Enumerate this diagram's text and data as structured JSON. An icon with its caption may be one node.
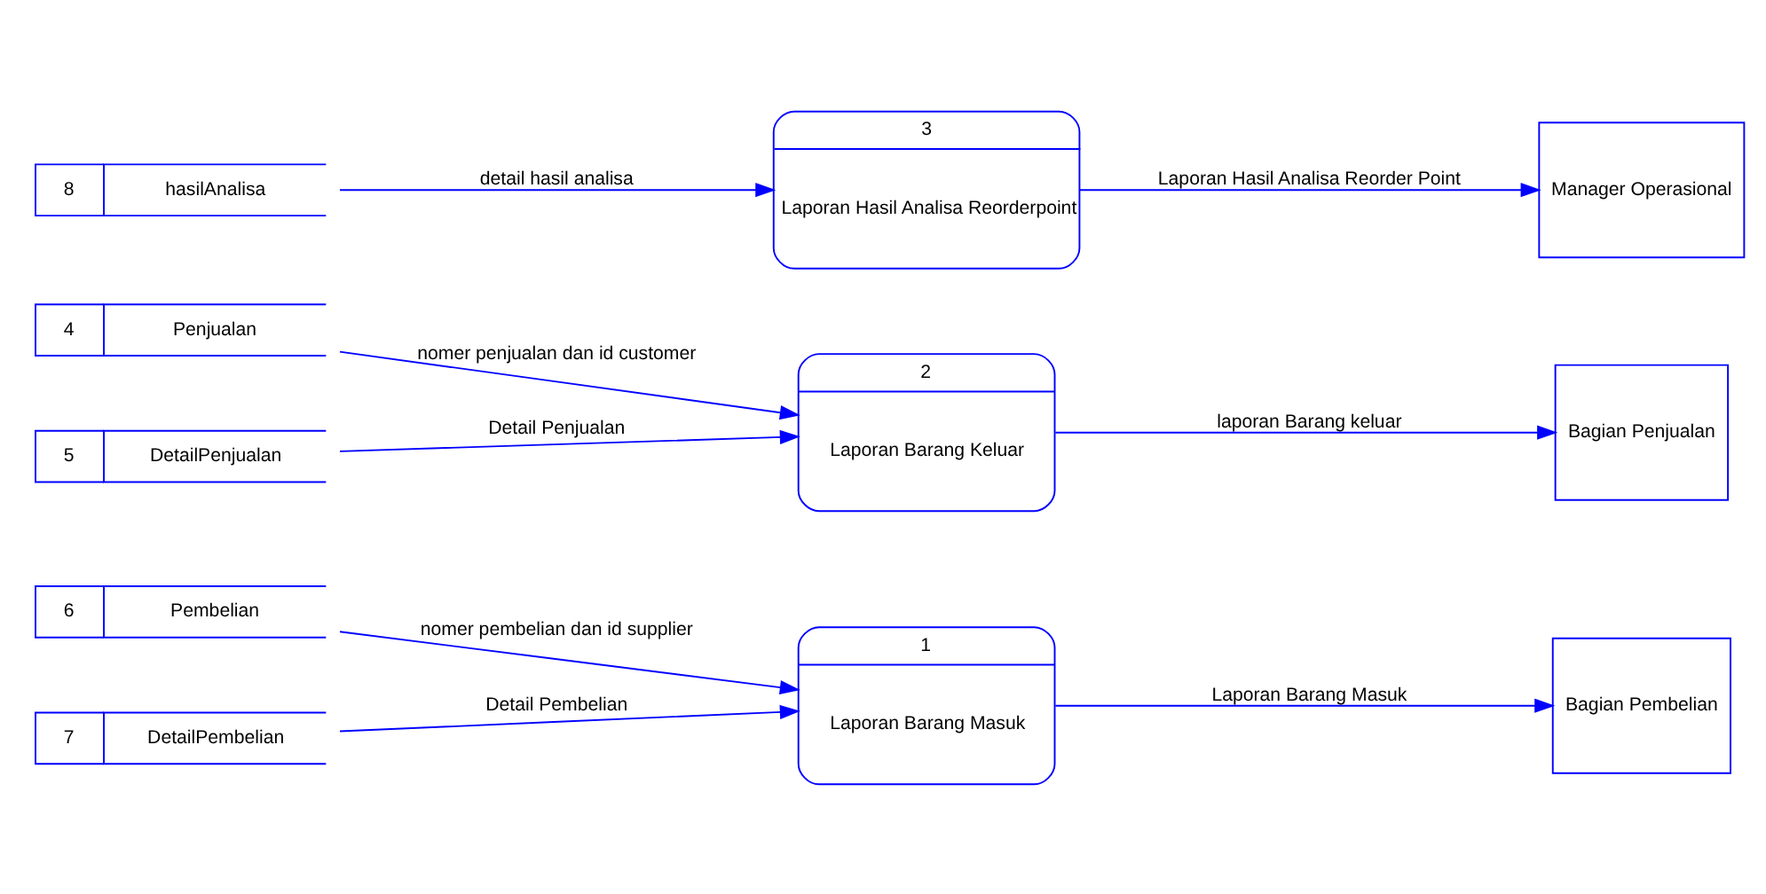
{
  "diagram": {
    "nodes": [
      {
        "text": [
          "6",
          "Pembelian"
        ]
      },
      {
        "text": [
          "1",
          "Laporan Barang Masuk"
        ]
      },
      {
        "text": [
          "Bagian Pembelian"
        ]
      },
      {
        "text": [
          "7",
          "DetailPembelian"
        ]
      },
      {
        "text": [
          "4",
          "Penjualan"
        ]
      },
      {
        "text": [
          "2",
          "Laporan Barang Keluar"
        ]
      },
      {
        "text": [
          "Bagian Penjualan"
        ]
      },
      {
        "text": [
          "5",
          "DetailPenjualan"
        ]
      },
      {
        "text": [
          "8",
          "hasilAnalisa"
        ]
      },
      {
        "text": [
          "3",
          "Laporan Hasil Analisa Reorderpoint"
        ]
      },
      {
        "text": [
          "Manager Operasional"
        ]
      }
    ],
    "edges": [
      {
        "from": 0,
        "to": 1,
        "arrow": "to",
        "label": "nomer pembelian dan id supplier"
      },
      {
        "from": 3,
        "to": 1,
        "arrow": "to",
        "label": "Detail Pembelian"
      },
      {
        "from": 1,
        "to": 2,
        "arrow": "to",
        "label": "Laporan Barang Masuk"
      },
      {
        "from": 4,
        "to": 5,
        "arrow": "to",
        "label": "nomer penjualan dan id customer"
      },
      {
        "from": 7,
        "to": 5,
        "arrow": "to",
        "label": "Detail Penjualan"
      },
      {
        "from": 5,
        "to": 6,
        "arrow": "to",
        "label": "laporan Barang keluar"
      },
      {
        "from": 8,
        "to": 9,
        "arrow": "to",
        "label": "detail hasil analisa"
      },
      {
        "from": 9,
        "to": 10,
        "arrow": "to",
        "label": "Laporan Hasil Analisa Reorder Point"
      }
    ]
  }
}
